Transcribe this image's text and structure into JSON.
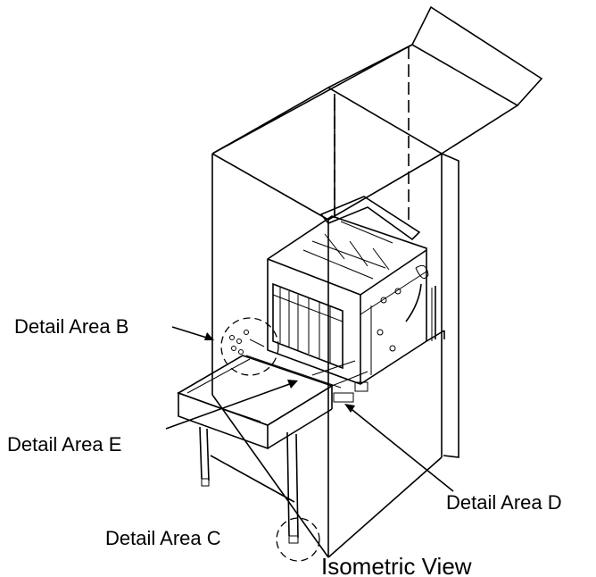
{
  "labels": {
    "detail_b": "Detail Area B",
    "detail_e": "Detail Area  E",
    "detail_d": "Detail Area D",
    "detail_c": "Detail Area C",
    "view_title": "Isometric View"
  }
}
